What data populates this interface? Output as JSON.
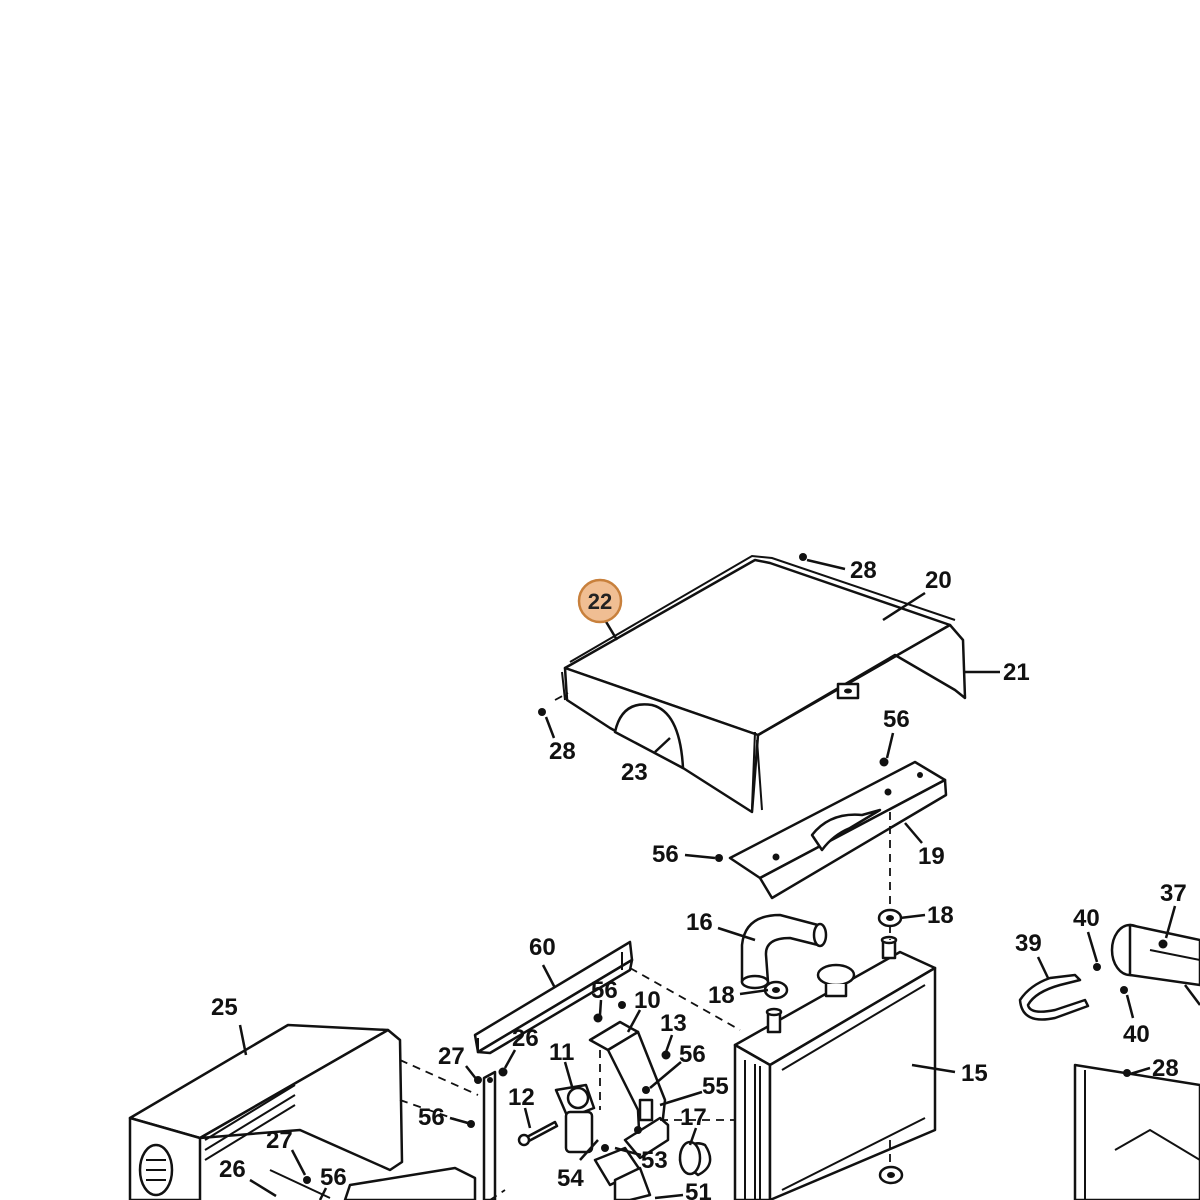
{
  "diagram": {
    "highlight": {
      "label": "22",
      "fill": "#F0BE93",
      "stroke": "#C8803C"
    },
    "callouts": [
      {
        "id": "28-top",
        "text": "28"
      },
      {
        "id": "20",
        "text": "20"
      },
      {
        "id": "21",
        "text": "21"
      },
      {
        "id": "28-left",
        "text": "28"
      },
      {
        "id": "23",
        "text": "23"
      },
      {
        "id": "56-top",
        "text": "56"
      },
      {
        "id": "19",
        "text": "19"
      },
      {
        "id": "56-mid",
        "text": "56"
      },
      {
        "id": "16",
        "text": "16"
      },
      {
        "id": "18-right",
        "text": "18"
      },
      {
        "id": "18-left",
        "text": "18"
      },
      {
        "id": "60",
        "text": "60"
      },
      {
        "id": "25",
        "text": "25"
      },
      {
        "id": "56-a",
        "text": "56"
      },
      {
        "id": "10",
        "text": "10"
      },
      {
        "id": "13",
        "text": "13"
      },
      {
        "id": "26-top",
        "text": "26"
      },
      {
        "id": "27-top",
        "text": "27"
      },
      {
        "id": "11",
        "text": "11"
      },
      {
        "id": "56-b",
        "text": "56"
      },
      {
        "id": "55",
        "text": "55"
      },
      {
        "id": "12",
        "text": "12"
      },
      {
        "id": "56-c",
        "text": "56"
      },
      {
        "id": "17",
        "text": "17"
      },
      {
        "id": "27-bot",
        "text": "27"
      },
      {
        "id": "26-bot",
        "text": "26"
      },
      {
        "id": "56-d",
        "text": "56"
      },
      {
        "id": "53",
        "text": "53"
      },
      {
        "id": "54",
        "text": "54"
      },
      {
        "id": "51",
        "text": "51"
      },
      {
        "id": "15",
        "text": "15"
      },
      {
        "id": "37",
        "text": "37"
      },
      {
        "id": "40-top",
        "text": "40"
      },
      {
        "id": "39",
        "text": "39"
      },
      {
        "id": "40-bot",
        "text": "40"
      },
      {
        "id": "28-right",
        "text": "28"
      }
    ]
  }
}
